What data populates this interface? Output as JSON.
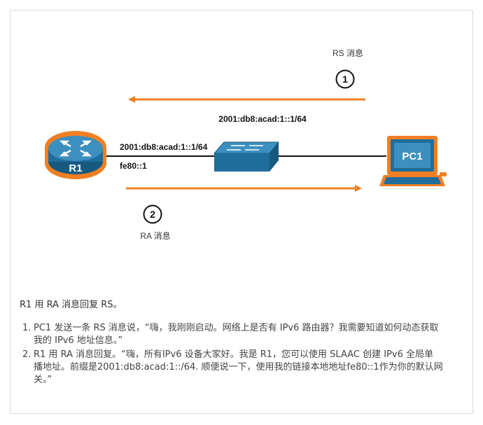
{
  "diagram": {
    "rs_label": "RS 消息",
    "ra_label": "RA 消息",
    "step1_badge": "1",
    "step2_badge": "2",
    "pc1_prefix_label": "2001:db8:acad:1::1/64",
    "r1_global_address": "2001:db8:acad:1::1/64",
    "r1_link_local_address": "fe80::1",
    "router_name": "R1",
    "pc_name": "PC1",
    "colors": {
      "accent_orange": "#f07f23",
      "device_blue": "#1f6e9c",
      "device_blue_dark": "#175a80",
      "link_black": "#111111"
    }
  },
  "caption": "R1 用 RA 消息回复 RS。",
  "steps": [
    {
      "num": "1.",
      "line1": "PC1 发送一条 RS 消息说，“嗨，我刚刚启动。网络上是否有 IPv6 路由器？我需要知道如何动态获取",
      "line2": "我的 IPv6 地址信息。”"
    },
    {
      "num": "2.",
      "line1": "R1 用 RA 消息回复。“嗨，所有IPv6 设备大家好。我是 R1，您可以使用 SLAAC 创建 IPv6 全局单",
      "line2": "播地址。前缀是2001:db8:acad:1::/64. 顺便说一下，使用我的链接本地地址fe80::1作为你的默认网",
      "line3": "关。”"
    }
  ]
}
